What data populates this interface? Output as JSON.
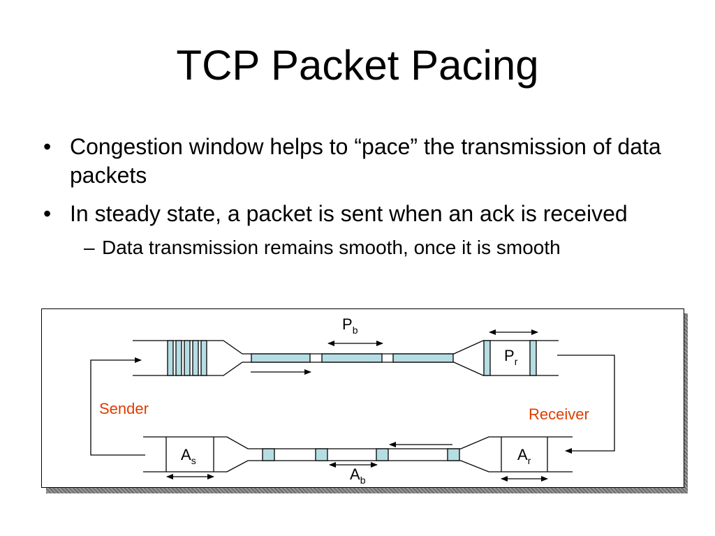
{
  "slide": {
    "title": "TCP Packet Pacing",
    "bullets": [
      "Congestion window helps to “pace” the transmission of data packets",
      "In steady state, a packet is sent when an ack is received"
    ],
    "sub_bullet": "Data transmission remains smooth, once it is smooth",
    "bullet_glyph": "•",
    "sub_bullet_glyph": "–"
  },
  "diagram": {
    "sender_label": "Sender",
    "receiver_label": "Receiver",
    "pb": {
      "main": "P",
      "sub": "b"
    },
    "pr": {
      "main": "P",
      "sub": "r"
    },
    "as": {
      "main": "A",
      "sub": "s"
    },
    "ab": {
      "main": "A",
      "sub": "b"
    },
    "ar": {
      "main": "A",
      "sub": "r"
    },
    "colors": {
      "packet_fill": "#b5dde3",
      "label_red": "#e03c00",
      "stroke": "#000000"
    }
  }
}
